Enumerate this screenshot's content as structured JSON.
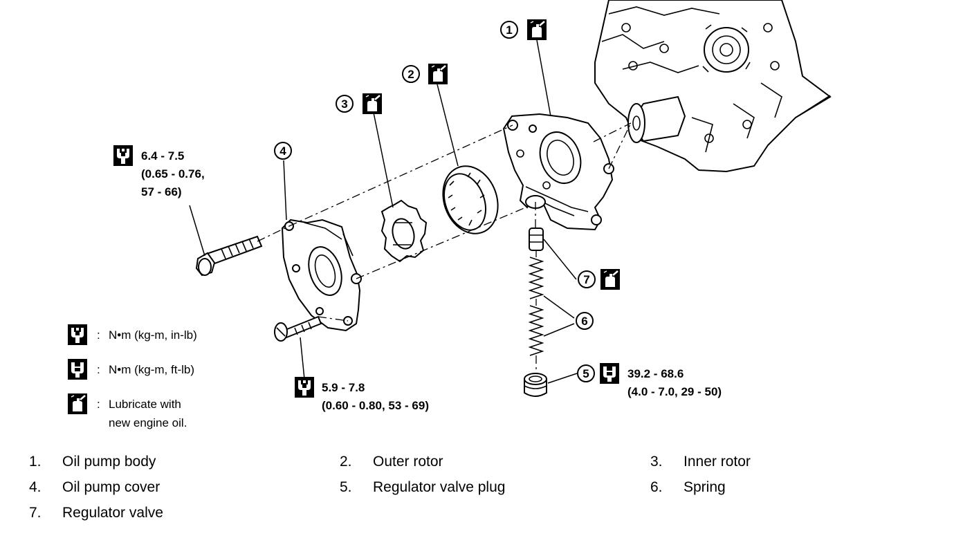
{
  "callouts": {
    "c1": "1",
    "c2": "2",
    "c3": "3",
    "c4": "4",
    "c5": "5",
    "c6": "6",
    "c7": "7"
  },
  "specs": {
    "bolt": {
      "line1": "6.4 - 7.5",
      "line2": "(0.65 - 0.76,",
      "line3": "57 - 66)"
    },
    "screw": {
      "line1": "5.9 - 7.8",
      "line2": "(0.60 - 0.80, 53 - 69)"
    },
    "plug": {
      "line1": "39.2 - 68.6",
      "line2": "(4.0 - 7.0, 29 - 50)"
    }
  },
  "legend": {
    "torque_inlb": {
      "colon": ":",
      "text": "N•m  (kg-m,  in-lb)"
    },
    "torque_ftlb": {
      "colon": ":",
      "text": "N•m  (kg-m,  ft-lb)"
    },
    "lubricate": {
      "colon": ":",
      "line1": "Lubricate with",
      "line2": "new engine oil."
    }
  },
  "parts": [
    {
      "num": "1.",
      "name": "Oil pump body"
    },
    {
      "num": "2.",
      "name": "Outer rotor"
    },
    {
      "num": "3.",
      "name": "Inner rotor"
    },
    {
      "num": "4.",
      "name": "Oil pump cover"
    },
    {
      "num": "5.",
      "name": "Regulator valve plug"
    },
    {
      "num": "6.",
      "name": "Spring"
    },
    {
      "num": "7.",
      "name": "Regulator valve"
    }
  ],
  "icons": {
    "oil_can": "oil-can-icon",
    "wrench_inlb": "torque-wrench-inlb-icon",
    "wrench_ftlb": "torque-wrench-ftlb-icon"
  }
}
